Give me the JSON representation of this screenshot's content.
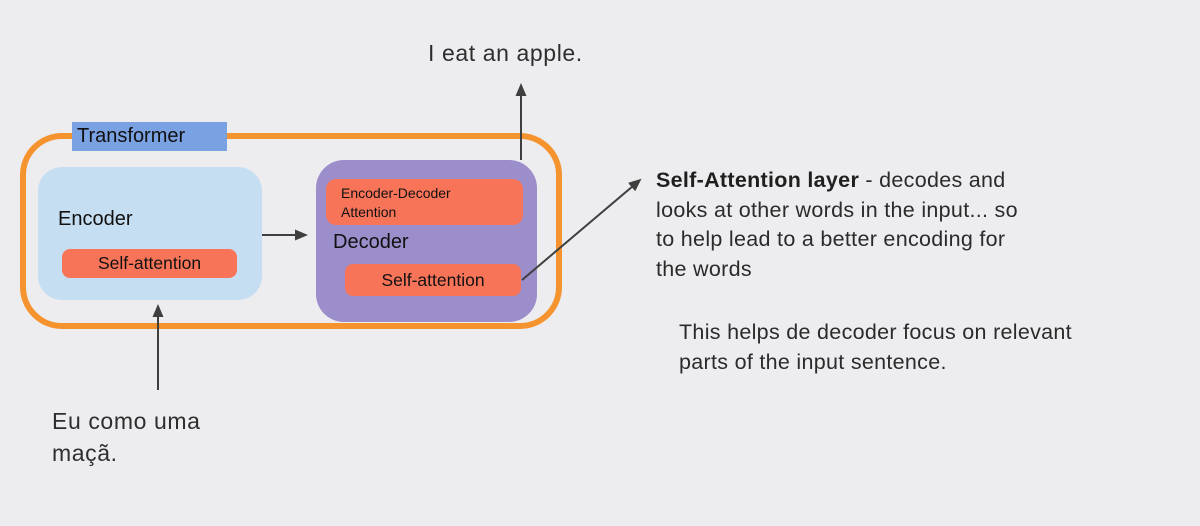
{
  "diagram": {
    "title_label": "Transformer",
    "top_caption": "I eat an apple.",
    "encoder": {
      "title": "Encoder",
      "self_attention": "Self-attention"
    },
    "decoder": {
      "title": "Decoder",
      "enc_dec_attention_line1": "Encoder-Decoder",
      "enc_dec_attention_line2": "Attention",
      "self_attention": "Self-attention"
    },
    "input_caption_line1": "Eu como uma",
    "input_caption_line2": "maçã.",
    "annotation": {
      "bold": "Self-Attention layer",
      "line1_rest": " - decodes and",
      "line2": "looks at other words in the input... so",
      "line3": "to help lead to a better encoding for",
      "line4": "the words"
    },
    "note": {
      "line1": "This helps de decoder focus on relevant",
      "line2": "parts of the input sentence."
    },
    "colors": {
      "background": "#edecef",
      "frame_orange": "#f5942f",
      "label_blue": "#7aa2e2",
      "encoder_blue": "#c5def1",
      "decoder_purple": "#9c8ecb",
      "attention_salmon": "#f87459",
      "arrow_gray": "#3f3f3f",
      "text_dark": "#2b2b2b"
    }
  }
}
